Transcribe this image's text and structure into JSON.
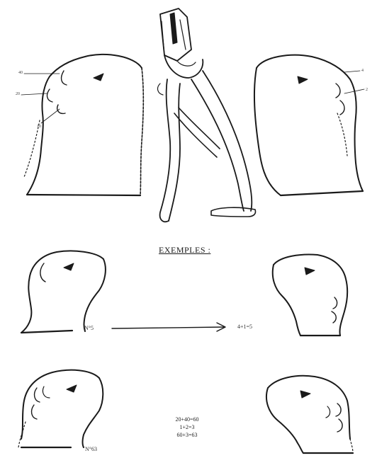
{
  "title": "EXEMPLES :",
  "ear_labels": {
    "left": [
      "40",
      "20",
      "10"
    ],
    "right": [
      "4",
      "2"
    ]
  },
  "example1": {
    "number_label": "N°5",
    "equation": "4+1=5"
  },
  "example2": {
    "number_label": "N°63",
    "calc_lines": [
      "20+40=60",
      "1+2=3",
      "60+3=63"
    ]
  },
  "colors": {
    "ink": "#1a1a1a",
    "background": "#ffffff"
  }
}
